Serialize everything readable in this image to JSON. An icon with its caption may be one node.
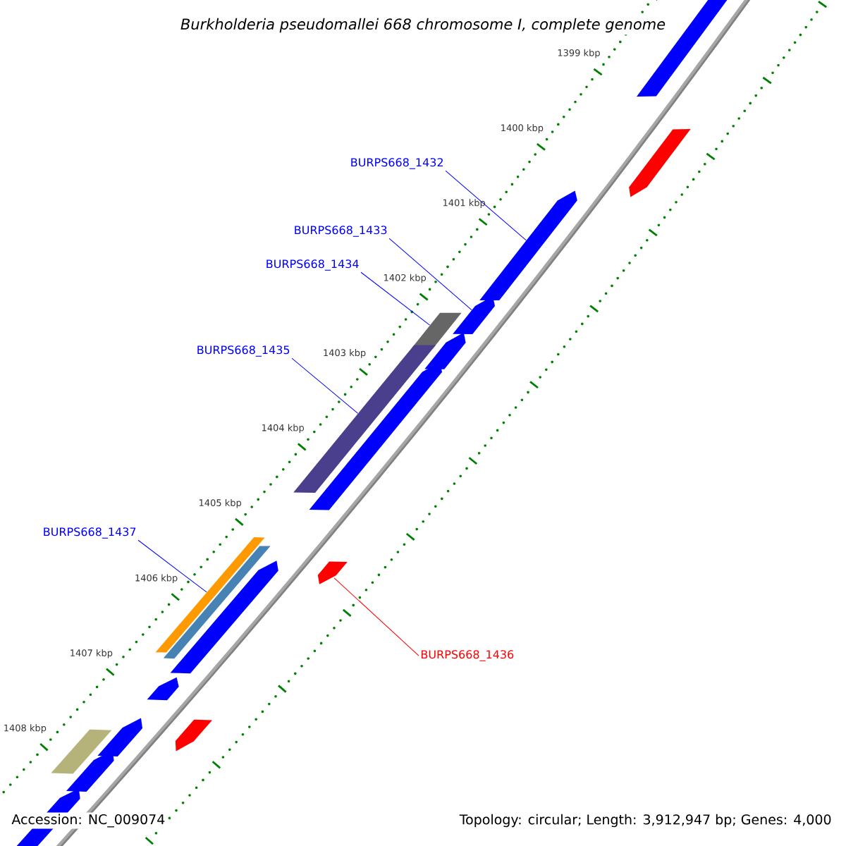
{
  "diagram": {
    "title": "Burkholderia pseudomallei 668 chromosome I, complete genome",
    "nodes": [
      {
        "text": [
          "BURPS668_1432"
        ]
      },
      {
        "text": [
          "BURPS668_1433"
        ]
      },
      {
        "text": [
          "BURPS668_1434"
        ]
      },
      {
        "text": [
          "BURPS668_1435"
        ]
      },
      {
        "text": [
          "BURPS668_1437"
        ]
      },
      {
        "text": [
          "BURPS668_1436"
        ]
      },
      {
        "text": [],
        "shape": "pentagon"
      },
      {
        "text": [],
        "shape": "pentagon"
      },
      {
        "text": [],
        "shape": "pentagon"
      },
      {
        "text": [],
        "shape": "pentagon"
      },
      {
        "text": [],
        "shape": "box"
      },
      {
        "text": [],
        "shape": "pentagon"
      },
      {
        "text": [],
        "shape": "bar"
      },
      {
        "text": [],
        "shape": "pentagon"
      },
      {
        "text": [],
        "shape": "bar"
      },
      {
        "text": [],
        "shape": "bar"
      },
      {
        "text": [],
        "shape": "pentagon"
      },
      {
        "text": [],
        "shape": "pentagon"
      },
      {
        "text": [],
        "shape": "pentagon"
      },
      {
        "text": [],
        "shape": "pentagon"
      },
      {
        "text": [],
        "shape": "pentagon"
      },
      {
        "text": [],
        "shape": "box"
      },
      {
        "text": [],
        "shape": "pentagon"
      },
      {
        "text": [],
        "shape": "pentagon"
      }
    ],
    "edges": [
      {
        "from": 0,
        "to": 8,
        "arrow": "none"
      },
      {
        "from": 1,
        "to": 9,
        "arrow": "none"
      },
      {
        "from": 2,
        "to": 10,
        "arrow": "none"
      },
      {
        "from": 3,
        "to": 12,
        "arrow": "none"
      },
      {
        "from": 4,
        "to": 14,
        "arrow": "none"
      },
      {
        "from": 5,
        "to": 17,
        "arrow": "none",
        "color": "#ff0000"
      }
    ],
    "labels": [
      "1399 kbp",
      "1400 kbp",
      "1401 kbp",
      "1402 kbp",
      "1403 kbp",
      "1404 kbp",
      "1405 kbp",
      "1406 kbp",
      "1407 kbp",
      "1408 kbp",
      "Accession: NC_009074",
      "Topology: circular; Length: 3,912,947 bp; Genes: 4,000"
    ]
  }
}
